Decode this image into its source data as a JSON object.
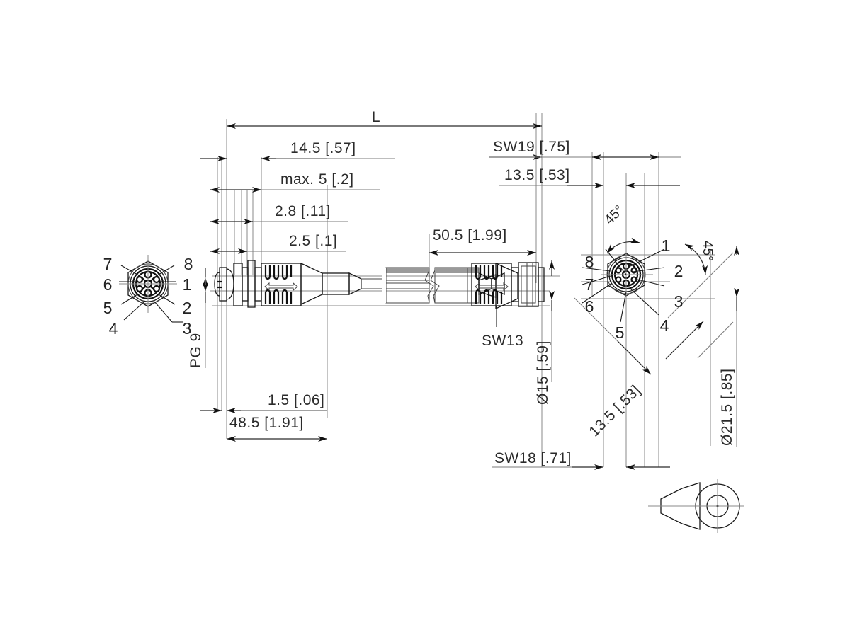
{
  "drawing": {
    "title": "M12 8-pole double-ended cordset dimensional drawing",
    "background_color": "#ffffff",
    "line_color": "#2b2b2b",
    "extension_line_color": "#8a8a8a"
  },
  "dimensions": {
    "overall_length": "L",
    "left_14_5": "14.5 [.57]",
    "left_max5": "max. 5 [.2]",
    "left_2_8": "2.8 [.11]",
    "left_2_5": "2.5 [.1]",
    "mid_50_5": "50.5 [1.99]",
    "right_sw19": "SW19 [.75]",
    "right_13_5": "13.5 [.53]",
    "bottom_1_5": "1.5 [.06]",
    "bottom_48_5": "48.5 [1.91]",
    "sw13": "SW13",
    "sw18": "SW18 [.71]",
    "dia15": "Ø15 [.59]",
    "dia21_5": "Ø21.5 [.85]",
    "diag_13_5": "13.5 [.53]",
    "thread_pg9": "PG 9",
    "angle_left": "45°",
    "angle_right": "45°"
  },
  "left_face_view": {
    "name": "left-connector-face-view",
    "pin_labels": [
      "1",
      "2",
      "3",
      "4",
      "5",
      "6",
      "7",
      "8"
    ],
    "thread_label": "PG 9"
  },
  "right_face_view": {
    "name": "right-connector-face-view",
    "pin_labels": [
      "1",
      "2",
      "3",
      "4",
      "5",
      "6",
      "7",
      "8"
    ],
    "angle_labels": [
      "45°",
      "45°"
    ]
  },
  "detail_view": {
    "name": "cone-seal-detail",
    "description": "tapered cone side view with concentric circle front view"
  }
}
